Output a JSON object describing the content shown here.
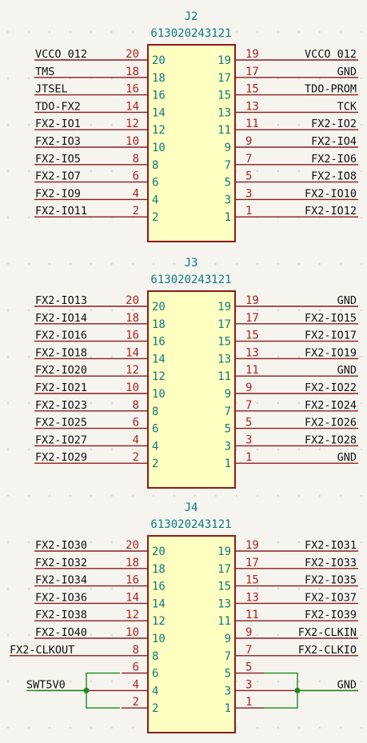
{
  "connectors": [
    {
      "ref": "J2",
      "part": "613020243121",
      "left_pins": [
        {
          "num": "20",
          "net": "VCCO_012"
        },
        {
          "num": "18",
          "net": "TMS"
        },
        {
          "num": "16",
          "net": "JTSEL"
        },
        {
          "num": "14",
          "net": "TDO-FX2"
        },
        {
          "num": "12",
          "net": "FX2-IO1"
        },
        {
          "num": "10",
          "net": "FX2-IO3"
        },
        {
          "num": "8",
          "net": "FX2-IO5"
        },
        {
          "num": "6",
          "net": "FX2-IO7"
        },
        {
          "num": "4",
          "net": "FX2-IO9"
        },
        {
          "num": "2",
          "net": "FX2-IO11"
        }
      ],
      "right_pins": [
        {
          "num": "19",
          "net": "VCCO_012"
        },
        {
          "num": "17",
          "net": "GND"
        },
        {
          "num": "15",
          "net": "TDO-PROM"
        },
        {
          "num": "13",
          "net": "TCK"
        },
        {
          "num": "11",
          "net": "FX2-IO2"
        },
        {
          "num": "9",
          "net": "FX2-IO4"
        },
        {
          "num": "7",
          "net": "FX2-IO6"
        },
        {
          "num": "5",
          "net": "FX2-IO8"
        },
        {
          "num": "3",
          "net": "FX2-IO10"
        },
        {
          "num": "1",
          "net": "FX2-IO12"
        }
      ]
    },
    {
      "ref": "J3",
      "part": "613020243121",
      "left_pins": [
        {
          "num": "20",
          "net": "FX2-IO13"
        },
        {
          "num": "18",
          "net": "FX2-IO14"
        },
        {
          "num": "16",
          "net": "FX2-IO16"
        },
        {
          "num": "14",
          "net": "FX2-IO18"
        },
        {
          "num": "12",
          "net": "FX2-IO20"
        },
        {
          "num": "10",
          "net": "FX2-IO21"
        },
        {
          "num": "8",
          "net": "FX2-IO23"
        },
        {
          "num": "6",
          "net": "FX2-IO25"
        },
        {
          "num": "4",
          "net": "FX2-IO27"
        },
        {
          "num": "2",
          "net": "FX2-IO29"
        }
      ],
      "right_pins": [
        {
          "num": "19",
          "net": "GND"
        },
        {
          "num": "17",
          "net": "FX2-IO15"
        },
        {
          "num": "15",
          "net": "FX2-IO17"
        },
        {
          "num": "13",
          "net": "FX2-IO19"
        },
        {
          "num": "11",
          "net": "GND"
        },
        {
          "num": "9",
          "net": "FX2-IO22"
        },
        {
          "num": "7",
          "net": "FX2-IO24"
        },
        {
          "num": "5",
          "net": "FX2-IO26"
        },
        {
          "num": "3",
          "net": "FX2-IO28"
        },
        {
          "num": "1",
          "net": "GND"
        }
      ]
    },
    {
      "ref": "J4",
      "part": "613020243121",
      "left_pins": [
        {
          "num": "20",
          "net": "FX2-IO30"
        },
        {
          "num": "18",
          "net": "FX2-IO32"
        },
        {
          "num": "16",
          "net": "FX2-IO34"
        },
        {
          "num": "14",
          "net": "FX2-IO36"
        },
        {
          "num": "12",
          "net": "FX2-IO38"
        },
        {
          "num": "10",
          "net": "FX2-IO40"
        },
        {
          "num": "8",
          "net": "FX2-CLKOUT"
        },
        {
          "num": "6",
          "net": ""
        },
        {
          "num": "4",
          "net": "SWT5V0"
        },
        {
          "num": "2",
          "net": ""
        }
      ],
      "right_pins": [
        {
          "num": "19",
          "net": "FX2-IO31"
        },
        {
          "num": "17",
          "net": "FX2-IO33"
        },
        {
          "num": "15",
          "net": "FX2-IO35"
        },
        {
          "num": "13",
          "net": "FX2-IO37"
        },
        {
          "num": "11",
          "net": "FX2-IO39"
        },
        {
          "num": "9",
          "net": "FX2-CLKIN"
        },
        {
          "num": "7",
          "net": "FX2-CLKIO"
        },
        {
          "num": "5",
          "net": ""
        },
        {
          "num": "3",
          "net": "GND"
        },
        {
          "num": "1",
          "net": ""
        }
      ]
    }
  ],
  "colors": {
    "body_fill": "#ffffc2",
    "body_stroke": "#8a1c1c",
    "pin_number": "#b22222",
    "pin_name": "#0e7a84",
    "wire": "#1a8a1a",
    "background": "#f5f4ef"
  }
}
